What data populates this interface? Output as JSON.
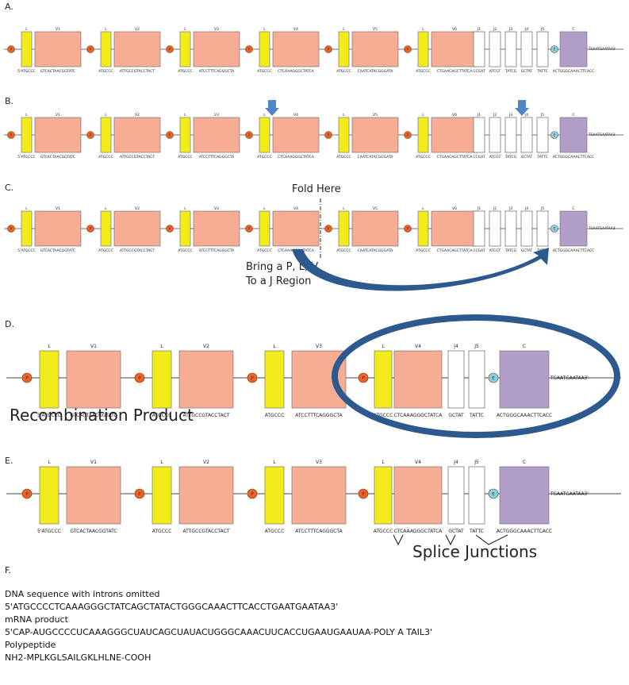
{
  "figure_colors": {
    "promoter": "#e8622b",
    "leader": "#f2ec1a",
    "v": "#f6ad93",
    "j": "#ffffff",
    "c": "#b09ec9",
    "enhancer": "#7fd4e6",
    "arrow": "#4f86c6",
    "ellipse": "#2d5a8e",
    "line": "#444444"
  },
  "glyph_labels": {
    "promoter": "P",
    "enhancer": "E"
  },
  "panels": {
    "A": {
      "label": "A.",
      "leader_label": "L",
      "v_labels": [
        "V1",
        "V2",
        "V3",
        "V4",
        "V5",
        "V6"
      ],
      "v_seqs": [
        "GTCACTAACGGTATC",
        "ATTGCCGTACCTACT",
        "ATCCTTTCAGGGCTA",
        "CTCAAAGGGCTATCA",
        "CAATCATACGGGATA",
        "CTGAACAGCTTATCA"
      ],
      "l_seqs": [
        "5'ATGCCC",
        "ATGCCC",
        "ATGCCC",
        "ATGCCC",
        "ATGCCC",
        "ATGCCC"
      ],
      "j_labels": [
        "J1",
        "J2",
        "J3",
        "J4",
        "J5"
      ],
      "j_seqs": [
        "CCGAT",
        "ATCGT",
        "TATCG",
        "GCTAT",
        "TATTC"
      ],
      "c_label": "C",
      "c_seq": "ACTGGGCAAACTTCACC",
      "tail_seq": "TGAATGAATAA3'"
    },
    "B": {
      "label": "B."
    },
    "C": {
      "label": "C.",
      "fold_text": "Fold Here",
      "bring_line1": "Bring a P, L, V",
      "bring_line2": "To a J Region"
    },
    "D": {
      "label": "D.",
      "v_labels": [
        "V1",
        "V2",
        "V3",
        "V4"
      ],
      "v_seqs": [
        "GTCACTAACGGTATC",
        "ATTGCCGTACCTACT",
        "ATCCTTTCAGGGCTA",
        "CTCAAAGGGCTATCA"
      ],
      "l_seqs": [
        "5'ATGCCC",
        "ATGCCC",
        "ATGCCC",
        "ATGCCC"
      ],
      "j_labels": [
        "J4",
        "J5"
      ],
      "j_seqs": [
        "GCTAT",
        "TATTC"
      ],
      "product_text": "Recombination Product"
    },
    "E": {
      "label": "E.",
      "splice_text": "Splice Junctions"
    }
  },
  "section_f": {
    "label": "F.",
    "dna_heading": "DNA sequence with introns omitted",
    "dna_seq": "5'ATGCCCCTCAAAGGGCTATCAGCTATACTGGGCAAACTTCACCTGAATGAATAA3'",
    "mrna_heading": "mRNA product",
    "mrna_seq": "5'CAP-AUGCCCCUCAAAGGGCUAUCAGCUAUACUGGGCAAACUUCACCUGAAUGAAUAA-POLY A TAIL3'",
    "poly_heading": "Polypeptide",
    "poly_seq": "NH2-MPLKGLSAILGKLHLNE-COOH"
  }
}
